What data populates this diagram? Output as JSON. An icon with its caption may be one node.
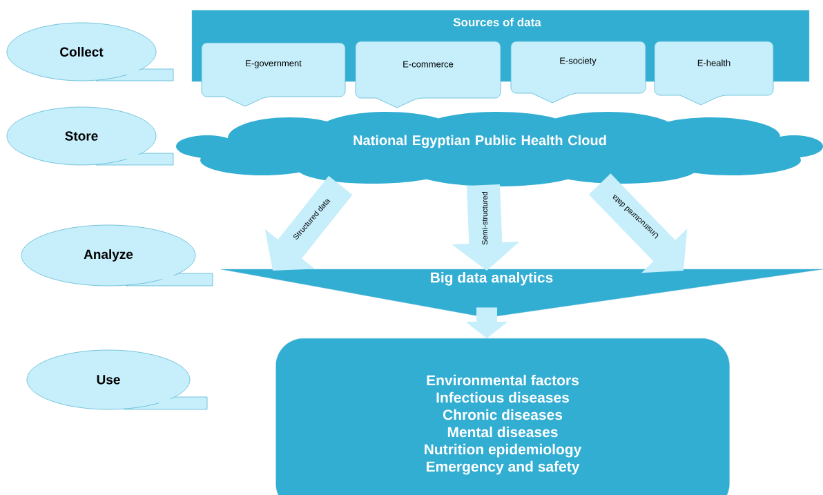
{
  "diagram": {
    "nodes": [
      {
        "text": [
          "Collect"
        ]
      },
      {
        "text": [
          "Store"
        ]
      },
      {
        "text": [
          "Analyze"
        ]
      },
      {
        "text": [
          "Use"
        ]
      },
      {
        "text": [
          "Sources of data"
        ]
      },
      {
        "text": [
          "E-government"
        ]
      },
      {
        "text": [
          "E-commerce"
        ]
      },
      {
        "text": [
          "E-society"
        ]
      },
      {
        "text": [
          "E-health"
        ]
      },
      {
        "text": [
          "National Egyptian Public Health Cloud"
        ]
      },
      {
        "text": [
          "Big data analytics"
        ]
      },
      {
        "text": [
          "Environmental factors",
          "Infectious diseases",
          "Chronic diseases",
          "Mental diseases",
          "Nutrition epidemiology",
          "Emergency and safety"
        ]
      }
    ],
    "edges": [
      {
        "from": 9,
        "to": 10,
        "arrow": "to",
        "label": "Structured data"
      },
      {
        "from": 9,
        "to": 10,
        "arrow": "to",
        "label": "Semi-structured"
      },
      {
        "from": 9,
        "to": 10,
        "arrow": "to",
        "label": "Unstructured data"
      },
      {
        "from": 10,
        "to": 11,
        "arrow": "to"
      }
    ]
  }
}
